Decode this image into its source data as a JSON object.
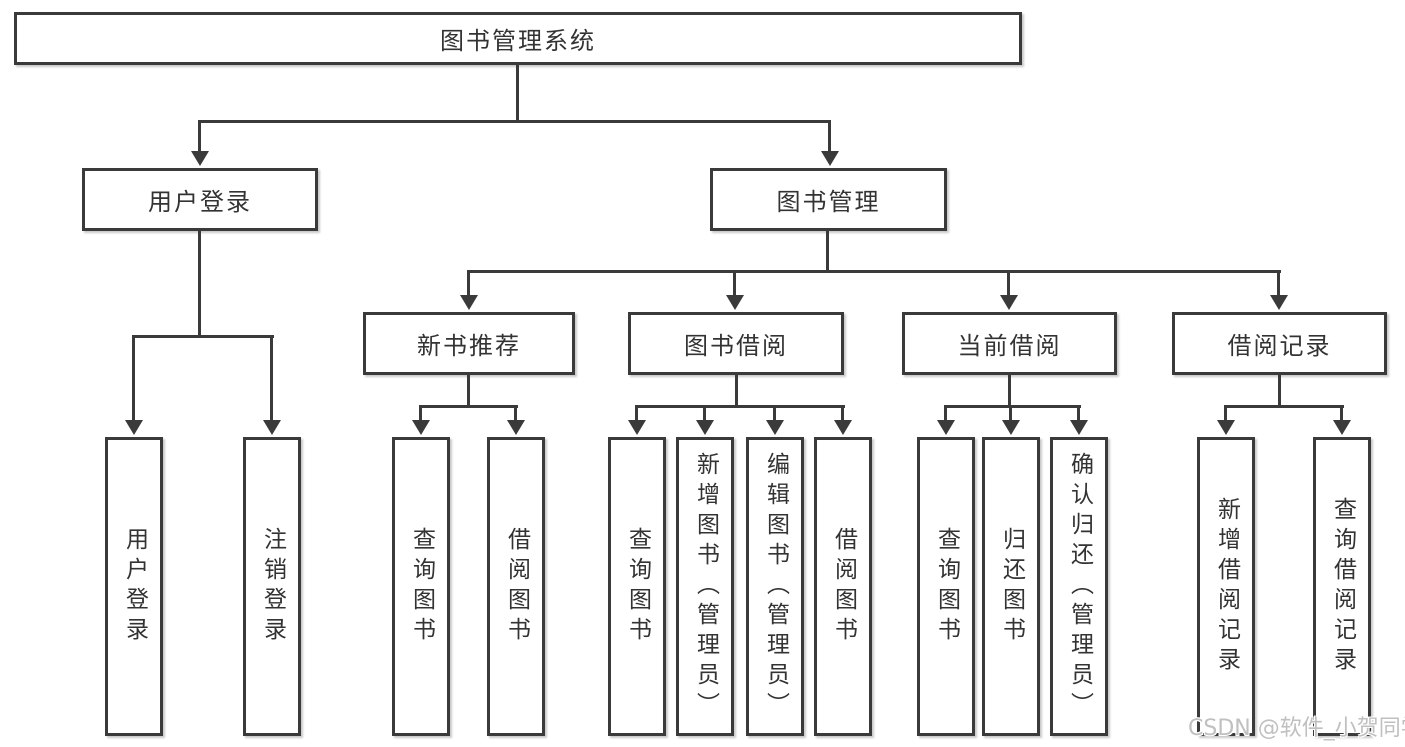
{
  "colors": {
    "line": "#3a3a3a",
    "text": "#333333",
    "watermark_gray": "#c0c0c0",
    "background": "#ffffff"
  },
  "watermark": {
    "text": "CSDN @软件_小贺同学"
  },
  "nodes": {
    "root": "图书管理系统",
    "user_login": "用户登录",
    "book_mgmt": "图书管理",
    "new_book_rec": "新书推荐",
    "book_borrow": "图书借阅",
    "current_borrow": "当前借阅",
    "borrow_records": "借阅记录",
    "leaf_user_login": "用户登录",
    "leaf_logout": "注销登录",
    "leaf_query_book_rec": "查询图书",
    "leaf_borrow_book_rec": "借阅图书",
    "leaf_query_book_borrow": "查询图书",
    "leaf_add_book_admin": "新增图书（管理员）",
    "leaf_edit_book_admin": "编辑图书（管理员）",
    "leaf_borrow_book_borrow": "借阅图书",
    "leaf_query_book_current": "查询图书",
    "leaf_return_book": "归还图书",
    "leaf_confirm_return_admin": "确认归还（管理员）",
    "leaf_add_borrow_record": "新增借阅记录",
    "leaf_query_borrow_record": "查询借阅记录"
  }
}
